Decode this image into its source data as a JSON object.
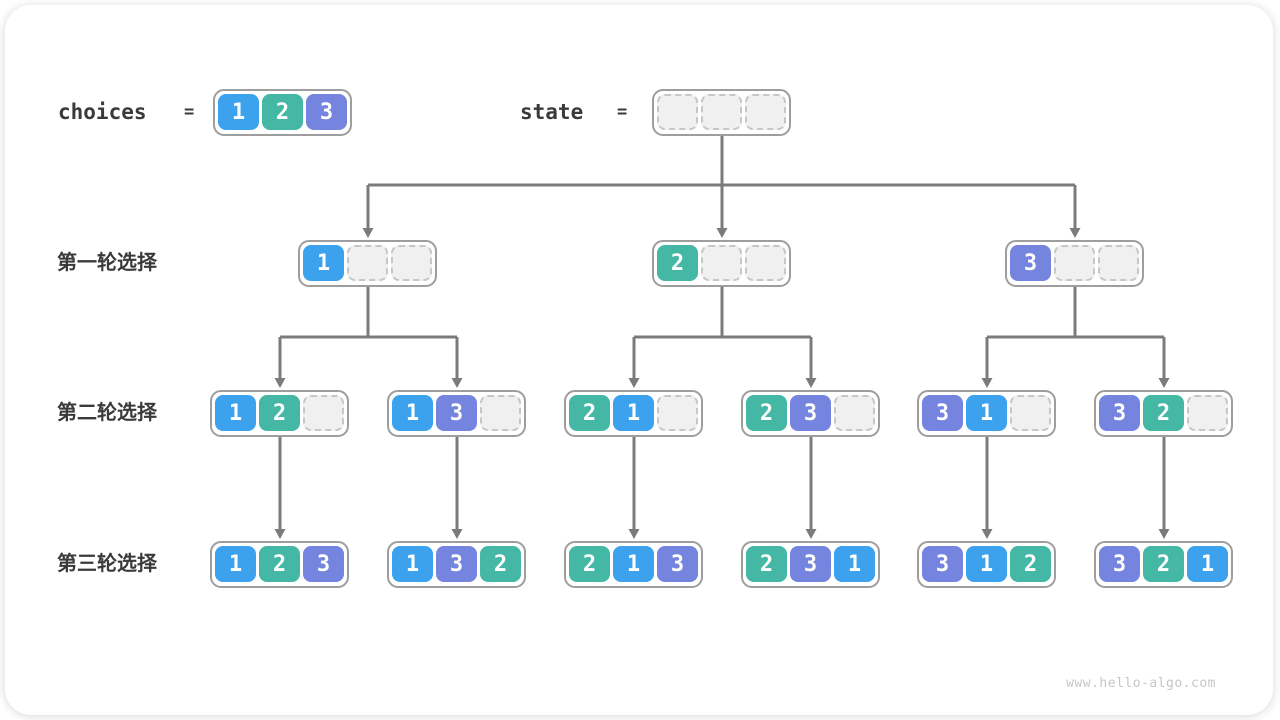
{
  "palette": {
    "value1_color": "#3da2ee",
    "value2_color": "#45b8a5",
    "value3_color": "#7584de",
    "line_color": "#7b7b7b",
    "box_border_color": "#9e9e9e",
    "empty_fill_color": "#f0f0f0",
    "empty_border_color": "#c6c6c6",
    "text_color": "#3a3a3a",
    "watermark_color": "#c6c6c6"
  },
  "header": {
    "choices_label": "choices",
    "choices_equals": "=",
    "choices_values": [
      1,
      2,
      3
    ],
    "state_label": "state",
    "state_equals": "=",
    "state_values": [
      null,
      null,
      null
    ]
  },
  "rows": [
    {
      "label": "第一轮选择",
      "boxes": [
        [
          1,
          null,
          null
        ],
        [
          2,
          null,
          null
        ],
        [
          3,
          null,
          null
        ]
      ]
    },
    {
      "label": "第二轮选择",
      "boxes": [
        [
          1,
          2,
          null
        ],
        [
          1,
          3,
          null
        ],
        [
          2,
          1,
          null
        ],
        [
          2,
          3,
          null
        ],
        [
          3,
          1,
          null
        ],
        [
          3,
          2,
          null
        ]
      ]
    },
    {
      "label": "第三轮选择",
      "boxes": [
        [
          1,
          2,
          3
        ],
        [
          1,
          3,
          2
        ],
        [
          2,
          1,
          3
        ],
        [
          2,
          3,
          1
        ],
        [
          3,
          1,
          2
        ],
        [
          3,
          2,
          1
        ]
      ]
    }
  ],
  "footer": {
    "watermark": "www.hello-algo.com"
  }
}
